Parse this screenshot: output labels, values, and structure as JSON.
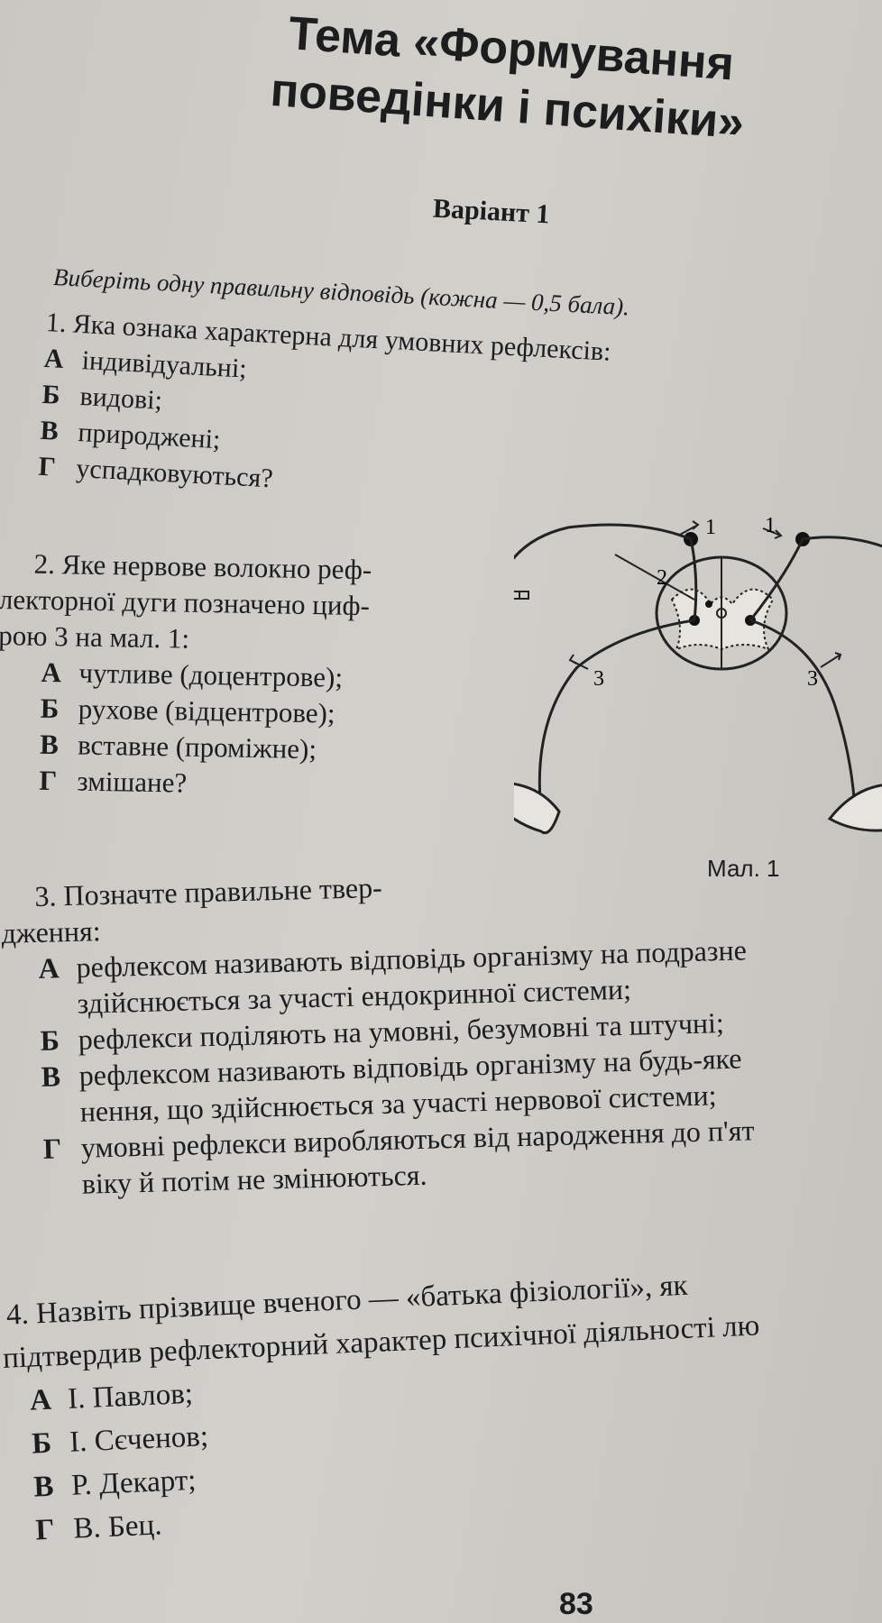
{
  "topic": {
    "line1": "Тема «Формування",
    "line2": "поведінки і психіки»"
  },
  "variant": "Варіант 1",
  "instruction": "Виберіть одну правильну відповідь (кожна — 0,5 бала).",
  "q1": {
    "stem": "1. Яка ознака характерна для умовних рефлексів:",
    "options": [
      {
        "letter": "А",
        "text": "індивідуальні;"
      },
      {
        "letter": "Б",
        "text": "видові;"
      },
      {
        "letter": "В",
        "text": "природжені;"
      },
      {
        "letter": "Г",
        "text": "успадковуються?"
      }
    ]
  },
  "q2": {
    "stem_l1": "2. Яке нервове волокно реф-",
    "stem_l2": "лекторної дуги позначено циф-",
    "stem_l3": "рою 3 на мал. 1:",
    "options": [
      {
        "letter": "А",
        "text": "чутливе (доцентрове);"
      },
      {
        "letter": "Б",
        "text": "рухове (відцентрове);"
      },
      {
        "letter": "В",
        "text": "вставне (проміжне);"
      },
      {
        "letter": "Г",
        "text": "змішане?"
      }
    ]
  },
  "figure": {
    "label1_left": "1",
    "label1_right": "1",
    "label2": "2",
    "label3_left": "3",
    "label3_right": "3",
    "caption": "Мал. 1"
  },
  "q3": {
    "stem_l1": "3. Позначте правильне твер-",
    "stem_l2": "дження:",
    "options": [
      {
        "letter": "А",
        "l1": "рефлексом називають відповідь організму на подразне",
        "l2": "здійснюється за участі ендокринної системи;"
      },
      {
        "letter": "Б",
        "l1": "рефлекси поділяють на умовні, безумовні та штучні;",
        "l2": ""
      },
      {
        "letter": "В",
        "l1": "рефлексом називають відповідь організму на будь-яке",
        "l2": "нення, що здійснюється за участі нервової системи;"
      },
      {
        "letter": "Г",
        "l1": "умовні рефлекси виробляються від народження до п'ят",
        "l2": "віку й потім не змінюються."
      }
    ]
  },
  "q4": {
    "stem_l1": "4. Назвіть прізвище вченого — «батька фізіології», як",
    "stem_l2": "підтвердив рефлекторний характер психічної діяльності лю",
    "options": [
      {
        "letter": "А",
        "text": "І. Павлов;"
      },
      {
        "letter": "Б",
        "text": "І. Сєченов;"
      },
      {
        "letter": "В",
        "text": "Р. Декарт;"
      },
      {
        "letter": "Г",
        "text": "В. Бец."
      }
    ]
  },
  "page_number": "83"
}
